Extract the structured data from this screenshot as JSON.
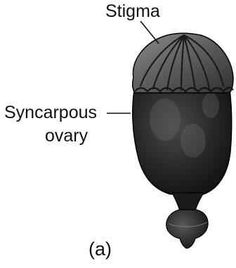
{
  "diagram": {
    "labels": {
      "stigma": "Stigma",
      "syncarpous_line1": "Syncarpous",
      "syncarpous_line2": "ovary"
    },
    "caption": "(a)"
  }
}
